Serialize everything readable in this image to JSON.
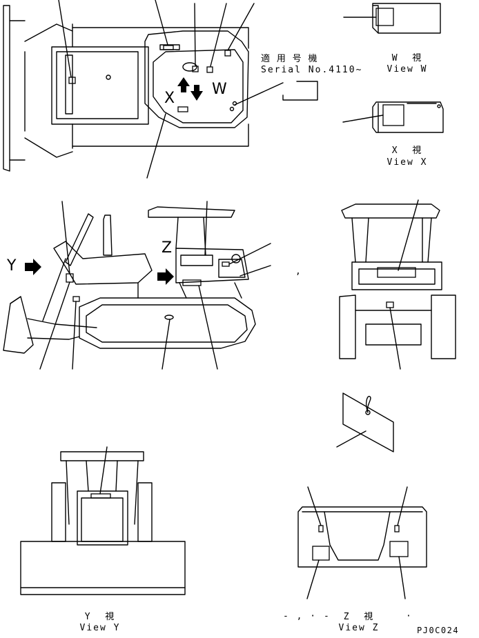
{
  "serial_note": {
    "line1": "適 用 号 機",
    "line2": "Serial No.4110~"
  },
  "view_w": {
    "jp": "W  視",
    "en": "View W"
  },
  "view_x": {
    "jp": "X  視",
    "en": "View X"
  },
  "view_y": {
    "jp": "Y  視",
    "en": "View Y"
  },
  "view_z": {
    "jp": "Z  視",
    "en": "View Z"
  },
  "letters": {
    "x": "X",
    "w": "W",
    "y": "Y",
    "z": "Z"
  },
  "marks": {
    "comma": ",",
    "z_prefix": "- , · -",
    "z_suffix": "·"
  },
  "drawing_code": "PJ0C024"
}
